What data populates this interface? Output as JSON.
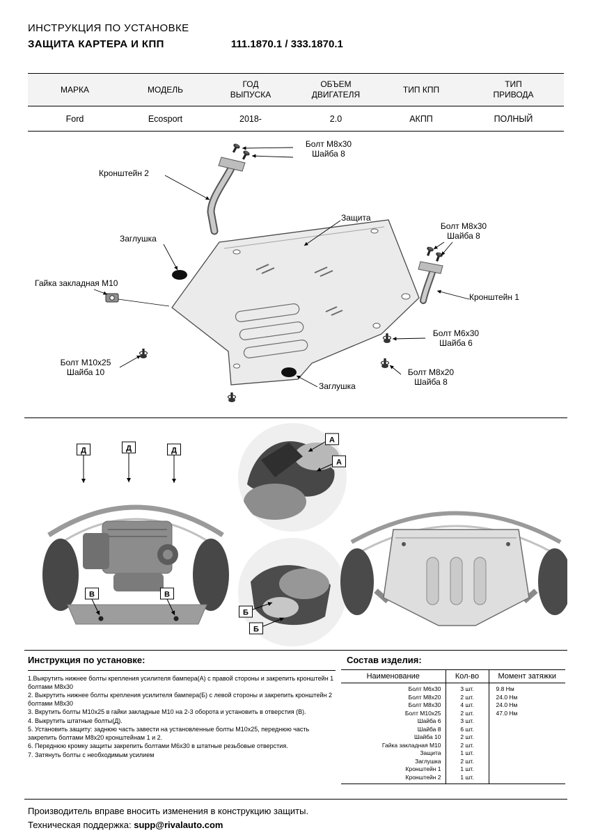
{
  "header": {
    "line1": "ИНСТРУКЦИЯ ПО УСТАНОВКЕ",
    "line2": "ЗАЩИТА КАРТЕРА И КПП",
    "part_numbers": "111.1870.1 / 333.1870.1"
  },
  "spec_table": {
    "headers": [
      "МАРКА",
      "МОДЕЛЬ",
      "ГОД\nВЫПУСКА",
      "ОБЪЕМ\nДВИГАТЕЛЯ",
      "ТИП КПП",
      "ТИП\nПРИВОДА"
    ],
    "row": [
      "Ford",
      "Ecosport",
      "2018-",
      "2.0",
      "АКПП",
      "ПОЛНЫЙ"
    ]
  },
  "diagram": {
    "labels": {
      "bolt_m8x30_top": "Болт М8х30\nШайба 8",
      "bracket2": "Кронштейн 2",
      "shield": "Защита",
      "bolt_m8x30_right": "Болт М8х30\nШайба 8",
      "plug_left": "Заглушка",
      "nut_m10": "Гайка закладная М10",
      "bracket1": "Кронштейн 1",
      "bolt_m6x30": "Болт М6х30\nШайба 6",
      "bolt_m10x25": "Болт М10х25\nШайба 10",
      "bolt_m8x20": "Болт М8х20\nШайба 8",
      "plug_bottom": "Заглушка"
    }
  },
  "photos": {
    "marker_d": "Д",
    "marker_v": "В",
    "marker_a": "А",
    "marker_b": "Б"
  },
  "instructions": {
    "title": "Инструкция по установке:",
    "steps": [
      "1.Выкрутить нижнее болты крепления усилителя бампера(А) с правой стороны и закрепить кронштейн 1 болтами М8х30",
      "2. Выкрутить нижнее болты крепления усилителя бампера(Б) с левой стороны и закрепить кронштейн 2 болтами М8х30",
      "3. Вкрутить болты М10х25 в гайки закладные М10 на 2-3 оборота и установить в отверстия (В).",
      "4. Выкрутить штатные болты(Д).",
      "5. Установить защиту: заднюю часть завести на установленные болты М10х25, переднюю часть закрепить болтами М8х20 кронштейнам 1 и 2.",
      "6. Переднюю кромку защиты закрепить болтами М6х30 в штатные резьбовые отверстия.",
      "7. Затянуть болты с необходимым усилием"
    ]
  },
  "parts": {
    "title": "Состав изделия:",
    "headers": [
      "Наименование",
      "Кол-во",
      "Момент затяжки"
    ],
    "rows": [
      {
        "name": "Болт М6х30",
        "qty": "3 шт.",
        "torque": "9.8 Нм"
      },
      {
        "name": "Болт М8х20",
        "qty": "2 шт.",
        "torque": "24.0 Нм"
      },
      {
        "name": "Болт М8х30",
        "qty": "4 шт.",
        "torque": "24.0 Нм"
      },
      {
        "name": "Болт М10х25",
        "qty": "2 шт.",
        "torque": "47.0 Нм"
      },
      {
        "name": "Шайба 6",
        "qty": "3 шт.",
        "torque": ""
      },
      {
        "name": "Шайба 8",
        "qty": "6 шт.",
        "torque": ""
      },
      {
        "name": "Шайба 10",
        "qty": "2 шт.",
        "torque": ""
      },
      {
        "name": "Гайка закладная М10",
        "qty": "2 шт.",
        "torque": ""
      },
      {
        "name": "Защита",
        "qty": "1 шт.",
        "torque": ""
      },
      {
        "name": "Заглушка",
        "qty": "2 шт.",
        "torque": ""
      },
      {
        "name": "Кронштейн 1",
        "qty": "1 шт.",
        "torque": ""
      },
      {
        "name": "Кронштейн 2",
        "qty": "1 шт.",
        "torque": ""
      }
    ]
  },
  "footer": {
    "line1": "Производитель вправе вносить изменения в конструкцию защиты.",
    "line2_label": "Техническая поддержка:",
    "line2_email": "supp@rivalauto.com"
  }
}
